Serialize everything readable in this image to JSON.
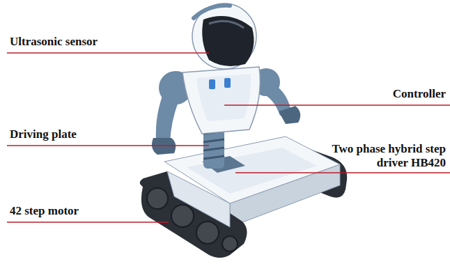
{
  "diagram": {
    "labels": [
      "Ultrasonic sensor",
      "Controller",
      "Driving plate",
      "Two phase hybrid step driver HB420",
      "42 step motor"
    ]
  }
}
